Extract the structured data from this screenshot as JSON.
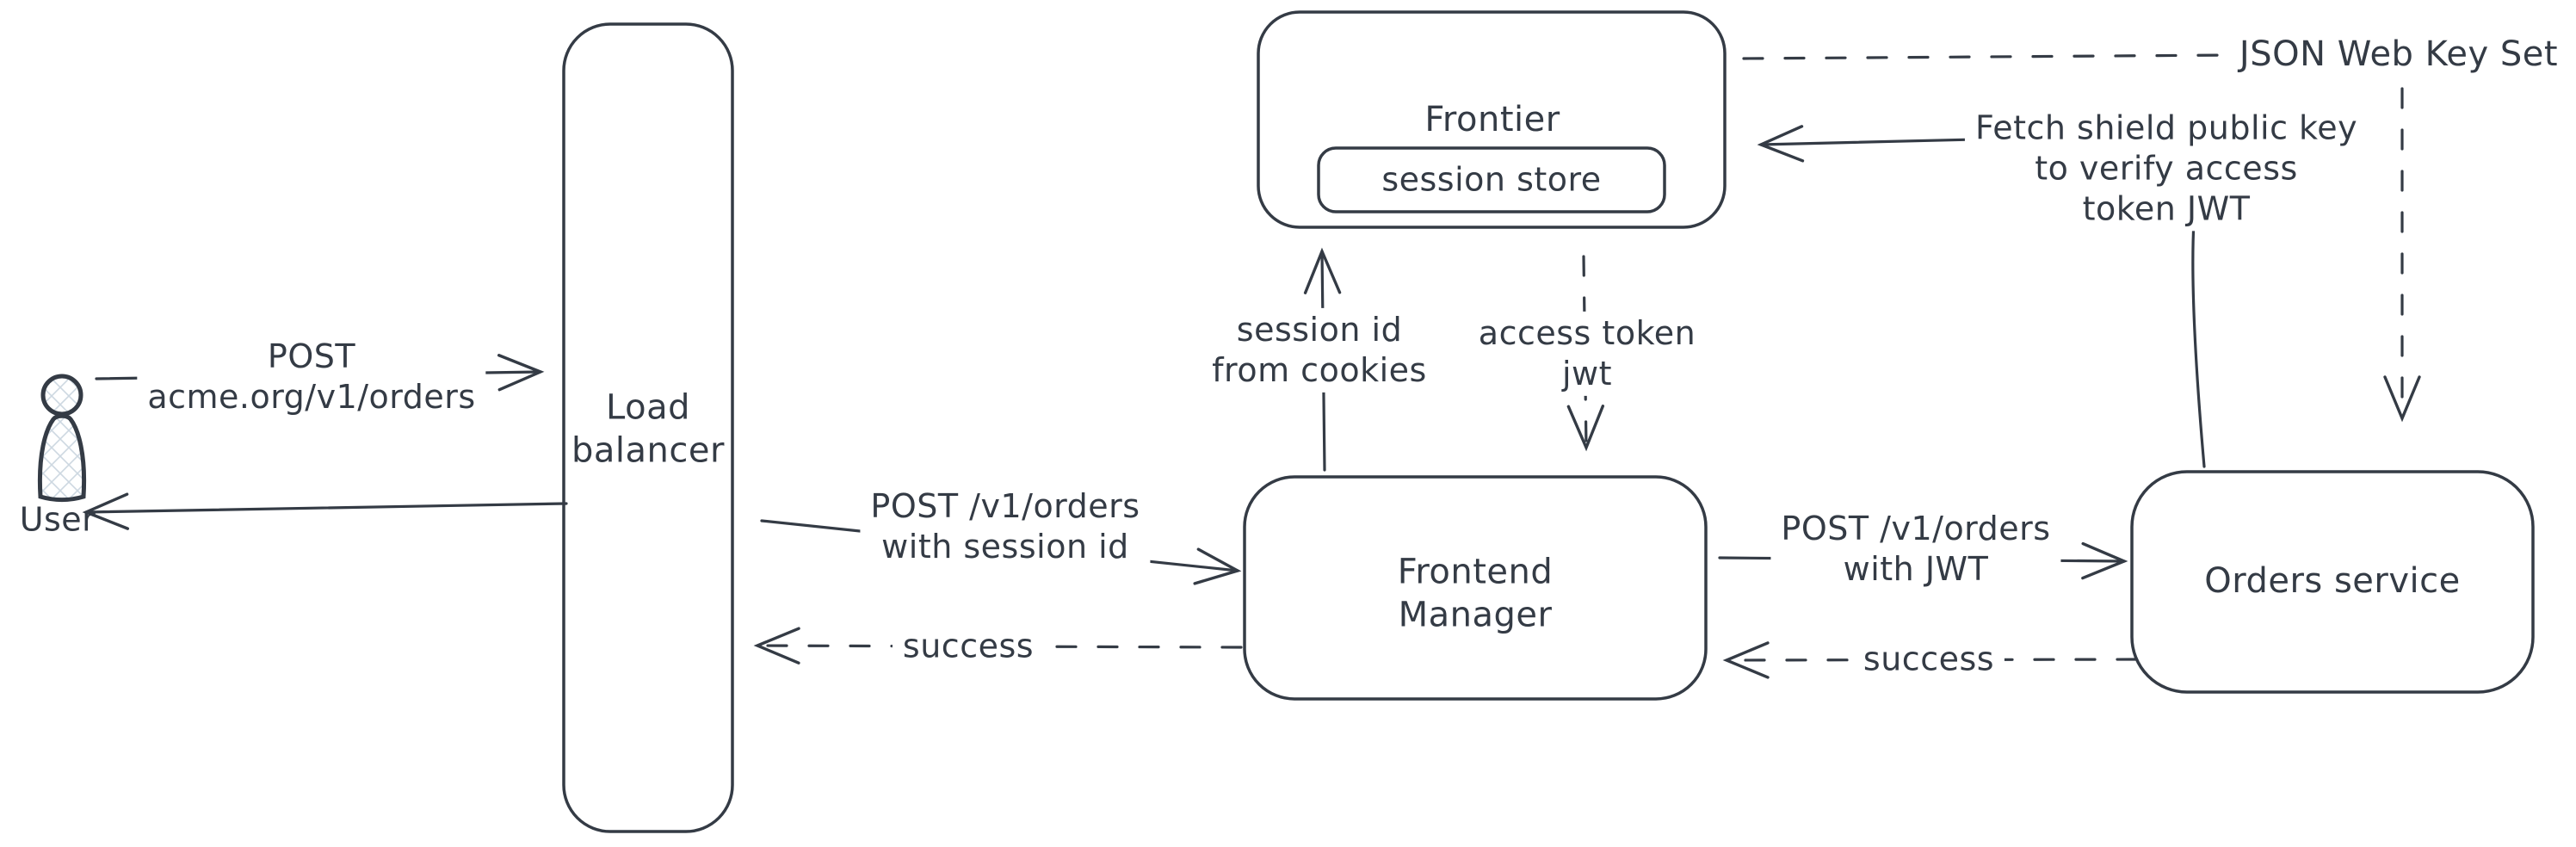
{
  "diagram": {
    "nodes": {
      "user": {
        "label": "User"
      },
      "load_balancer": {
        "line1": "Load",
        "line2": "balancer"
      },
      "frontier": {
        "label": "Frontier",
        "session_store": "session store"
      },
      "frontend_manager": {
        "line1": "Frontend",
        "line2": "Manager"
      },
      "orders_service": {
        "label": "Orders service"
      }
    },
    "edges": {
      "user_to_lb": {
        "line1": "POST",
        "line2": "acme.org/v1/orders"
      },
      "lb_to_user": {
        "label": ""
      },
      "lb_to_fm": {
        "line1": "POST /v1/orders",
        "line2": "with session id"
      },
      "fm_to_lb_success": {
        "label": "success"
      },
      "fm_to_frontier": {
        "line1": "session id",
        "line2": "from cookies"
      },
      "frontier_to_fm": {
        "line1": "access token",
        "line2": "jwt"
      },
      "fm_to_orders": {
        "line1": "POST /v1/orders",
        "line2": "with JWT"
      },
      "orders_to_fm_success": {
        "label": "success"
      },
      "orders_to_frontier": {
        "line1": "Fetch shield public key",
        "line2": "to verify access",
        "line3": "token JWT"
      },
      "frontier_to_jwks": {
        "label": "JSON Web Key Set"
      }
    },
    "colors": {
      "stroke": "#343b45",
      "background": "#ffffff",
      "hatch": "#cdd8e1"
    }
  }
}
